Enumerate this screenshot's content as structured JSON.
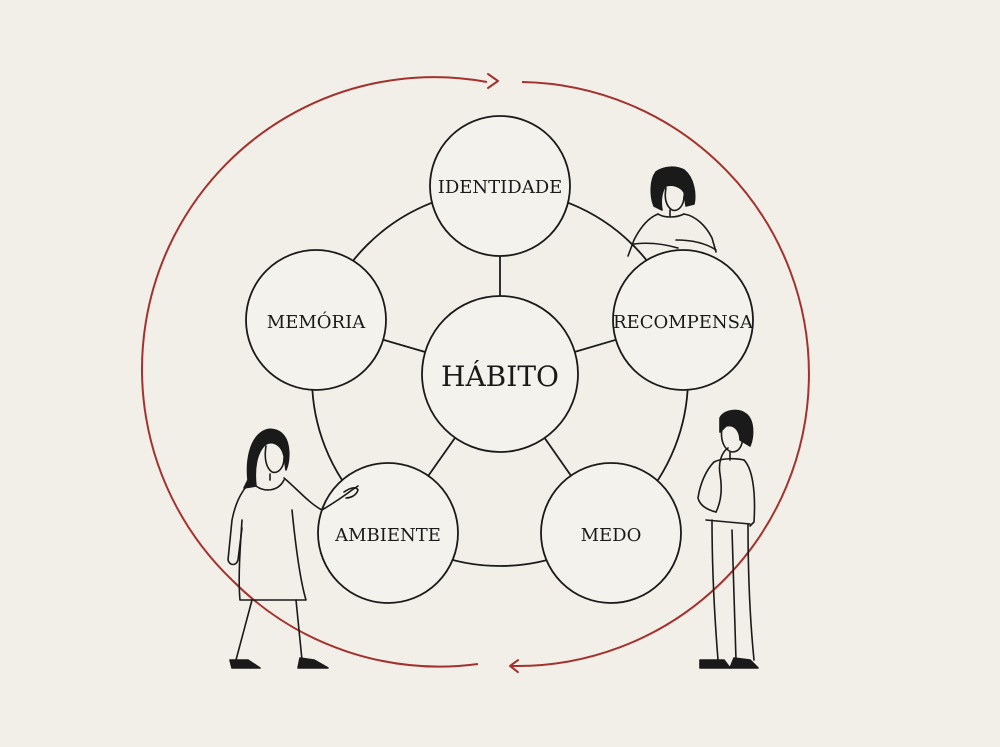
{
  "diagram": {
    "center": {
      "label": "HÁBITO"
    },
    "nodes": [
      {
        "id": "identidade",
        "label": "IDENTIDADE"
      },
      {
        "id": "recompensa",
        "label": "RECOMPENSA"
      },
      {
        "id": "medo",
        "label": "MEDO"
      },
      {
        "id": "ambiente",
        "label": "AMBIENTE"
      },
      {
        "id": "memoria",
        "label": "MEMÓRIA"
      }
    ],
    "cycle_direction": "clockwise"
  },
  "colors": {
    "background": "#f1efe7",
    "stroke": "#1a1a1a",
    "node_fill": "#f4f2ec",
    "cycle_arrow": "#a3322f"
  },
  "people": [
    {
      "name": "person-woman-leaning",
      "pose": "leaning-on-node"
    },
    {
      "name": "person-woman-gesturing",
      "pose": "pointing"
    },
    {
      "name": "person-man-thinking",
      "pose": "hand-on-chin"
    }
  ]
}
